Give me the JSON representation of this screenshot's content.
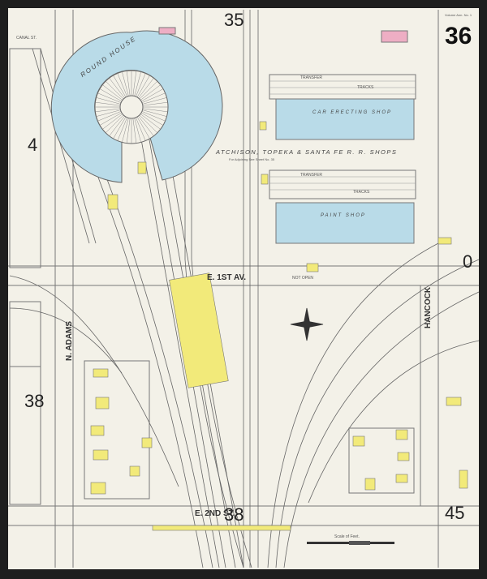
{
  "sheet": {
    "number": "36",
    "volume_note": "Volume Ann. No. 1"
  },
  "adjoining_sheets": {
    "top": "35",
    "left_upper": "4",
    "right_middle": "0",
    "left_lower": "38",
    "right_lower": "45",
    "bottom": "38"
  },
  "streets": {
    "canal": "CANAL ST.",
    "first_av": "E. 1ST AV.",
    "not_open": "NOT OPEN",
    "adams": "N. ADAMS",
    "hancock": "HANCOCK",
    "second_st": "E. 2ND ST."
  },
  "buildings": {
    "roundhouse": "ROUND HOUSE",
    "car_shop": "CAR ERECTING SHOP",
    "railroad": "ATCHISON, TOPEKA & SANTA FE R. R. SHOPS",
    "railroad_note": "For Adjoining See Sheet No. 35",
    "paint_shop": "PAINT SHOP",
    "transfer": "TRANSFER",
    "tracks": "TRACKS"
  },
  "scale": {
    "label": "Scale of Feet."
  },
  "colors": {
    "paper": "#f3f1e8",
    "brick_blue": "#b9dbe8",
    "frame_yellow": "#f2ea7a",
    "pink": "#eeaec4"
  }
}
